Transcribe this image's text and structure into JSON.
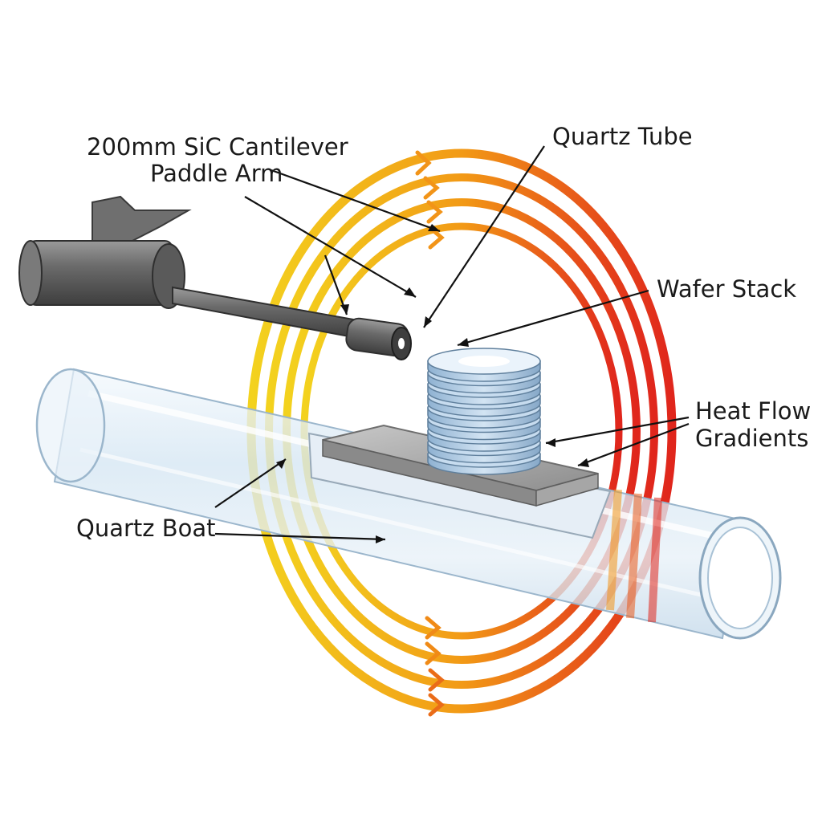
{
  "labels": {
    "paddle_line1": "200mm SiC Cantilever",
    "paddle_line2": "Paddle Arm",
    "quartz_tube": "Quartz Tube",
    "wafer_stack": "Wafer Stack",
    "heat_line1": "Heat Flow",
    "heat_line2": "Gradients",
    "quartz_boat": "Quartz Boat"
  },
  "colors": {
    "ring_yellow": "#f2c21a",
    "ring_orange": "#f29418",
    "ring_red": "#e0261c",
    "wafer_blue": "#b9d4ec",
    "tube_glass": "#dbe9f4",
    "paddle_gray": "#6f6f6f"
  },
  "rings": [
    {
      "name": "outer"
    },
    {
      "name": "ring-2"
    },
    {
      "name": "ring-3"
    },
    {
      "name": "inner"
    }
  ],
  "wafers": 9
}
